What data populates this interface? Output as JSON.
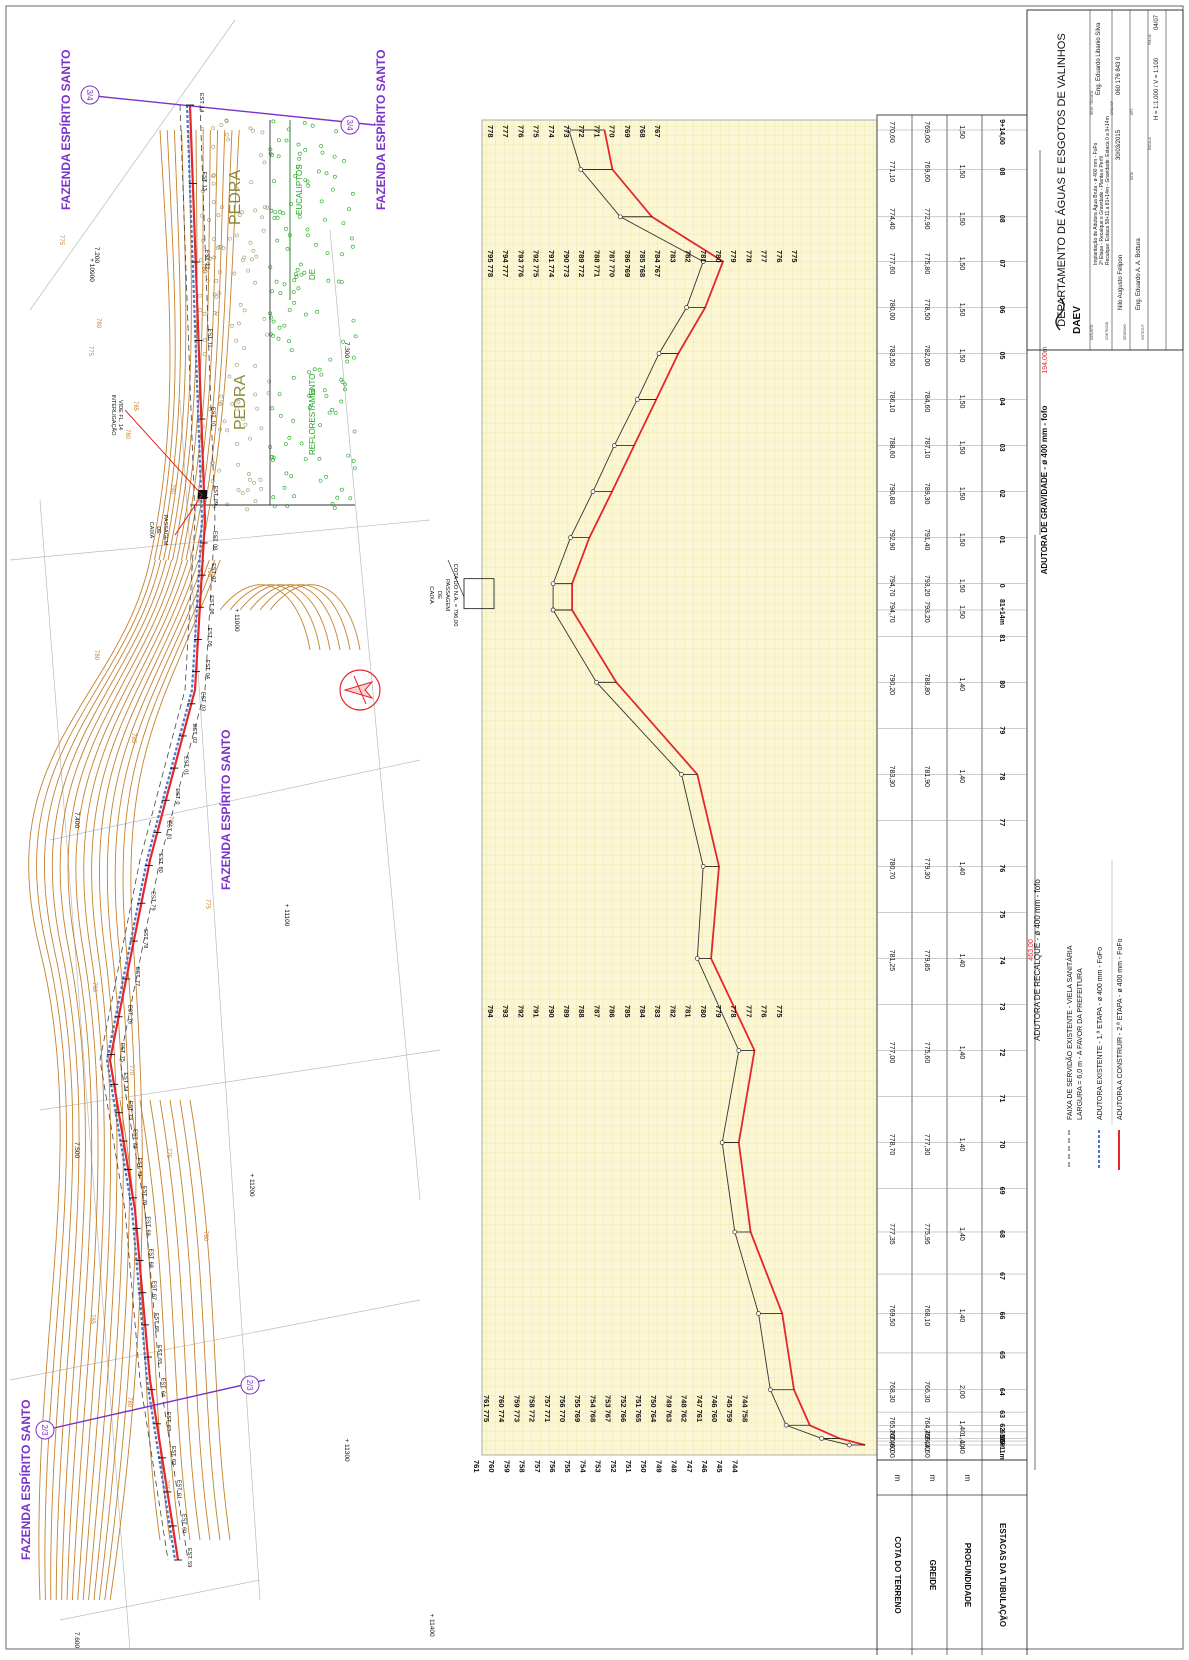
{
  "plan": {
    "farm_labels": [
      "FAZENDA ESPÍRITO SANTO",
      "FAZENDA ESPÍRITO SANTO",
      "FAZENDA ESPÍRITO SANTO",
      "FAZENDA ESPÍRITO SANTO"
    ],
    "area_labels": [
      "PEDRA",
      "PEDRA",
      "REFLORESTAMENTO",
      "DE",
      "EUCALIPTOS"
    ],
    "box_label": [
      "CAIXA",
      "DE",
      "PASSAGEM"
    ],
    "interconnection_label": [
      "INTERLIGAÇÃO",
      "VIDE FL. 14"
    ],
    "section_marks": [
      "3/4",
      "3/4",
      "2/3",
      "2/3"
    ],
    "grid_labels": [
      "+ 10900",
      "+ 11000",
      "+ 11100",
      "+ 11200",
      "+ 11300",
      "+ 11400",
      "7.200",
      "7.300",
      "7.400",
      "7.500",
      "7.600"
    ],
    "contour_labels": [
      "775",
      "780",
      "785",
      "790",
      "795",
      "780",
      "785",
      "790",
      "775",
      "780",
      "770",
      "775",
      "780",
      "785",
      "780",
      "785",
      "780",
      "775",
      "780"
    ],
    "station_labels": [
      "EST. 14",
      "EST. 13",
      "EST. 12",
      "EST. 11",
      "EST. 10",
      "EST. 09",
      "EST. 08",
      "EST. 07",
      "EST. 06",
      "EST. 05",
      "EST. 04",
      "EST. 03",
      "EST. 02",
      "EST. 01",
      "EST. 0",
      "EST. 81",
      "EST. 80",
      "EST. 79",
      "EST. 78",
      "EST. 77",
      "EST. 76",
      "EST. 75",
      "EST. 74",
      "EST. 73",
      "EST. 72",
      "EST. 71",
      "EST. 70",
      "EST. 69",
      "EST. 68",
      "EST. 67",
      "EST. 66",
      "EST. 65",
      "EST. 64",
      "EST. 63",
      "EST. 62",
      "EST. 61",
      "EST. 60",
      "EST. 59"
    ]
  },
  "profile": {
    "box_note": [
      "CAIXA",
      "DE",
      "PASSAGEM",
      "COTA DO N.A. = 796,00"
    ],
    "gravity_label": "ADUTORA DE GRAVIDADE - ø 400 mm - fofo",
    "gravity_length": "194,00m",
    "pump_label": "ADUTORA DE RECALQUE - ø 400 mm - fofo",
    "pump_length": "463,00",
    "row_headers": [
      "COTA DO TERRENO",
      "GREIDE",
      "PROFUNDIDADE",
      "ESTACAS DA TUBULAÇÃO"
    ],
    "unit_m": "m",
    "stations": [
      {
        "st": "9+14,00",
        "terreno": "770,60",
        "greide": "769,00",
        "prof": "1,50",
        "x": 0.0,
        "gy": 0.31,
        "ty": 0.22
      },
      {
        "st": "08",
        "terreno": "771,10",
        "greide": "769,60",
        "prof": "1,50",
        "x": 0.03,
        "gy": 0.33,
        "ty": 0.25
      },
      {
        "st": "08",
        "terreno": "774,40",
        "greide": "772,90",
        "prof": "1,50",
        "x": 0.066,
        "gy": 0.43,
        "ty": 0.35
      },
      {
        "st": "07",
        "terreno": "777,60",
        "greide": "775,80",
        "prof": "1,50",
        "x": 0.1,
        "gy": 0.61,
        "ty": 0.56
      },
      {
        "st": "06",
        "terreno": "780,00",
        "greide": "778,50",
        "prof": "1,50",
        "x": 0.135,
        "gy": 0.565,
        "ty": 0.518
      },
      {
        "st": "05",
        "terreno": "783,50",
        "greide": "782,00",
        "prof": "1,50",
        "x": 0.17,
        "gy": 0.497,
        "ty": 0.448
      },
      {
        "st": "04",
        "terreno": "786,10",
        "greide": "784,60",
        "prof": "1,50",
        "x": 0.205,
        "gy": 0.441,
        "ty": 0.393
      },
      {
        "st": "03",
        "terreno": "788,60",
        "greide": "787,10",
        "prof": "1,50",
        "x": 0.24,
        "gy": 0.385,
        "ty": 0.335
      },
      {
        "st": "02",
        "terreno": "790,80",
        "greide": "789,30",
        "prof": "1,50",
        "x": 0.275,
        "gy": 0.329,
        "ty": 0.281
      },
      {
        "st": "01",
        "terreno": "792,90",
        "greide": "791,40",
        "prof": "1,50",
        "x": 0.31,
        "gy": 0.272,
        "ty": 0.224
      },
      {
        "st": "0",
        "terreno": "794,70",
        "greide": "793,20",
        "prof": "1,50",
        "x": 0.345,
        "gy": 0.228,
        "ty": 0.18
      },
      {
        "st": "81+14m",
        "terreno": "794,70",
        "greide": "793,20",
        "prof": "1,50",
        "x": 0.365,
        "gy": 0.228,
        "ty": 0.18
      },
      {
        "st": "81",
        "terreno": "",
        "greide": "",
        "prof": "",
        "x": 0.385,
        "gy": null,
        "ty": null
      },
      {
        "st": "80",
        "terreno": "790,20",
        "greide": "788,80",
        "prof": "1,40",
        "x": 0.42,
        "gy": 0.34,
        "ty": 0.29
      },
      {
        "st": "79",
        "terreno": "",
        "greide": "",
        "prof": "",
        "x": 0.455,
        "gy": null,
        "ty": null
      },
      {
        "st": "78",
        "terreno": "783,30",
        "greide": "781,90",
        "prof": "1,40",
        "x": 0.49,
        "gy": 0.545,
        "ty": 0.505
      },
      {
        "st": "77",
        "terreno": "",
        "greide": "",
        "prof": "",
        "x": 0.525,
        "gy": null,
        "ty": null
      },
      {
        "st": "76",
        "terreno": "780,70",
        "greide": "779,30",
        "prof": "1,40",
        "x": 0.56,
        "gy": 0.6,
        "ty": 0.56
      },
      {
        "st": "75",
        "terreno": "",
        "greide": "",
        "prof": "",
        "x": 0.595,
        "gy": null,
        "ty": null
      },
      {
        "st": "74",
        "terreno": "781,25",
        "greide": "779,85",
        "prof": "1,40",
        "x": 0.63,
        "gy": 0.58,
        "ty": 0.545
      },
      {
        "st": "73",
        "terreno": "",
        "greide": "",
        "prof": "",
        "x": 0.665,
        "gy": null,
        "ty": null
      },
      {
        "st": "72",
        "terreno": "777,00",
        "greide": "775,60",
        "prof": "1,40",
        "x": 0.7,
        "gy": 0.69,
        "ty": 0.65
      },
      {
        "st": "71",
        "terreno": "",
        "greide": "",
        "prof": "",
        "x": 0.735,
        "gy": null,
        "ty": null
      },
      {
        "st": "70",
        "terreno": "778,70",
        "greide": "777,30",
        "prof": "1,40",
        "x": 0.77,
        "gy": 0.65,
        "ty": 0.608
      },
      {
        "st": "69",
        "terreno": "",
        "greide": "",
        "prof": "",
        "x": 0.805,
        "gy": null,
        "ty": null
      },
      {
        "st": "68",
        "terreno": "777,35",
        "greide": "775,95",
        "prof": "1,40",
        "x": 0.838,
        "gy": 0.68,
        "ty": 0.64
      },
      {
        "st": "67",
        "terreno": "",
        "greide": "",
        "prof": "",
        "x": 0.87,
        "gy": null,
        "ty": null
      },
      {
        "st": "66",
        "terreno": "769,50",
        "greide": "768,10",
        "prof": "1,40",
        "x": 0.9,
        "gy": 0.76,
        "ty": 0.7
      },
      {
        "st": "65",
        "terreno": "",
        "greide": "",
        "prof": "",
        "x": 0.93,
        "gy": null,
        "ty": null
      },
      {
        "st": "64",
        "terreno": "768,30",
        "greide": "766,30",
        "prof": "2,00",
        "x": 0.958,
        "gy": 0.79,
        "ty": 0.73
      },
      {
        "st": "63",
        "terreno": "",
        "greide": "",
        "prof": "",
        "x": 0.975,
        "gy": null,
        "ty": null
      },
      {
        "st": "62",
        "terreno": "765,80",
        "greide": "764,40",
        "prof": "1,40",
        "x": 0.985,
        "gy": 0.83,
        "ty": 0.77
      },
      {
        "st": "61",
        "terreno": "",
        "greide": "",
        "prof": "",
        "x": 0.99,
        "gy": null,
        "ty": null
      },
      {
        "st": "60",
        "terreno": "760,60",
        "greide": "759,20",
        "prof": "1,40",
        "x": 0.995,
        "gy": 0.905,
        "ty": 0.86
      },
      {
        "st": "59",
        "terreno": "",
        "greide": "",
        "prof": "",
        "x": 0.997,
        "gy": null,
        "ty": null
      },
      {
        "st": "58+11m",
        "terreno": "746,00",
        "greide": "744,60",
        "prof": "1,40",
        "x": 1.0,
        "gy": 0.97,
        "ty": 0.93
      }
    ],
    "scale_groups": [
      {
        "labels": [
          "778",
          "777",
          "776",
          "775",
          "774",
          "773",
          "772",
          "771",
          "770",
          "769",
          "768",
          "767"
        ]
      },
      {
        "labels": [
          "795 778",
          "794 777",
          "793 776",
          "792 775",
          "791 774",
          "790 773",
          "789 772",
          "788 771",
          "787 770",
          "786 769",
          "785 768",
          "784 767",
          "783",
          "782",
          "781",
          "780",
          "779",
          "778",
          "777",
          "776",
          "775"
        ]
      },
      {
        "labels": [
          "794",
          "793",
          "792",
          "791",
          "790",
          "789",
          "788",
          "787",
          "786",
          "785",
          "784",
          "783",
          "782",
          "781",
          "780",
          "779",
          "778",
          "777",
          "776",
          "775"
        ]
      },
      {
        "labels": [
          "761 775",
          "760 774",
          "759 773",
          "758 772",
          "757 771",
          "756 770",
          "755 769",
          "754 768",
          "753 767",
          "752 766",
          "751 765",
          "750 764",
          "749 763",
          "748 762",
          "747 761",
          "746 760",
          "745 759",
          "744 758"
        ]
      },
      {
        "labels": [
          "761",
          "760",
          "759",
          "758",
          "757",
          "756",
          "755",
          "754",
          "753",
          "752",
          "751",
          "750",
          "749",
          "748",
          "747",
          "746",
          "745",
          "744"
        ]
      }
    ]
  },
  "legend": {
    "items": [
      {
        "label": "FAIXA DE SERVIDÃO EXISTENTE - VIELA SANITÁRIA",
        "style": "dash"
      },
      {
        "label": "LARGURA = 6,0 m - A FAVOR DA PREFEITURA",
        "style": "none"
      },
      {
        "label": "ADUTORA EXISTENTE - 1.ª ETAPA - ø 400 mm - FoFo",
        "style": "blue"
      },
      {
        "label": "ADUTORA A CONSTRUIR - 2.ª ETAPA - ø 400 mm - FoFo",
        "style": "red"
      }
    ]
  },
  "title_block": {
    "org": "DEPARTAMENTO DE ÁGUAS E ESGOTOS DE VALINHOS",
    "logo": "DAEV",
    "lines": [
      "Implantação de Adutora Água Bruta - ø 400 mm - FoFo",
      "2ª Etapa - Recalque e Gravidade - Planta e Perfil",
      "Recalque: Estaca 58+11 a 81+14m - Gravidade: Estaca 0 a 9+14m"
    ],
    "designer": "Nilo Augusto Felipon",
    "approver": "Eng. Eduardo A. A. Bottura",
    "responsible": "Eng. Eduardo Libanio Silva",
    "crea": "060 176 843 0",
    "date": "30/03/2015",
    "scale": "H = 1:1.000 / V = 1:100",
    "sheet": "04/07",
    "field_labels": [
      "ASSUNTO",
      "CONTEÚDO",
      "DESENHO",
      "VISTO E.P.",
      "RESP. TÉCNICO",
      "CREA/SP",
      "DATA",
      "ESCALA",
      "FOLHA",
      "ART."
    ]
  },
  "colors": {
    "grid_bg": "#fbf7d4",
    "grid_line": "#e8d98a",
    "red": "#e5262d",
    "contour": "#c4812e",
    "purple": "#7a32c8",
    "green": "#1aa51a",
    "pedra": "#8a8a3a"
  }
}
